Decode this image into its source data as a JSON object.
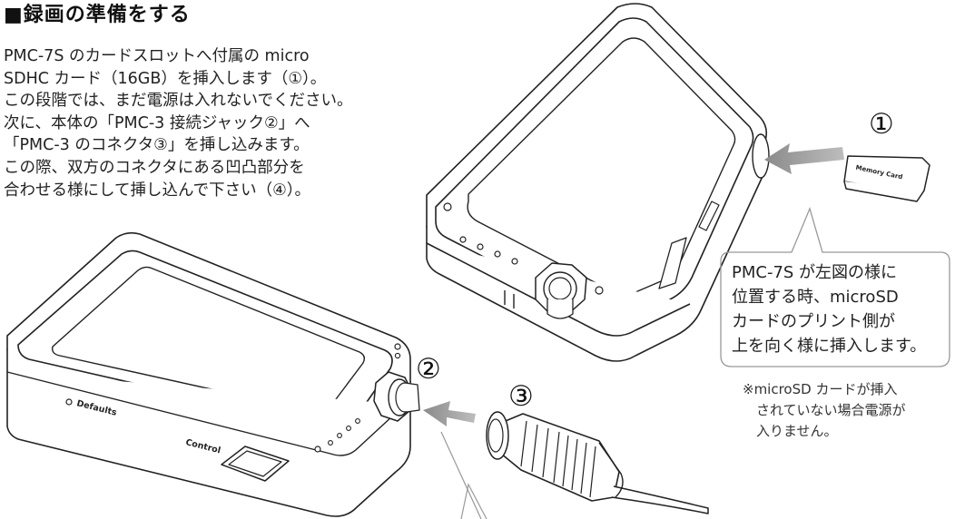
{
  "heading": "■録画の準備をする",
  "intro_lines": [
    "PMC-7S のカードスロットへ付属の micro",
    "SDHC カード（16GB）を挿入します（①）。",
    "この段階では、まだ電源は入れないでください。",
    "次に、本体の「PMC-3 接続ジャック②」へ",
    "「PMC-3 のコネクタ③」を挿し込みます。",
    "この際、双方のコネクタにある凹凸部分を",
    "合わせる様にして挿し込んで下さい（④）。"
  ],
  "callout_lines": [
    "PMC-7S が左図の様に",
    "位置する時、microSD",
    "カードのプリント側が",
    "上を向く様に挿入します。"
  ],
  "note_lines": [
    "※microSD カードが挿入",
    "　されていない場合電源が",
    "　入りません。"
  ],
  "step_numbers": {
    "one": "①",
    "two": "②",
    "three": "③"
  },
  "device_labels": {
    "defaults": "Defaults",
    "control": "Control",
    "memory_card": "Memory Card"
  },
  "colors": {
    "line": "#222222",
    "arrow": "#9a9a9a",
    "callout_border": "#999999"
  }
}
